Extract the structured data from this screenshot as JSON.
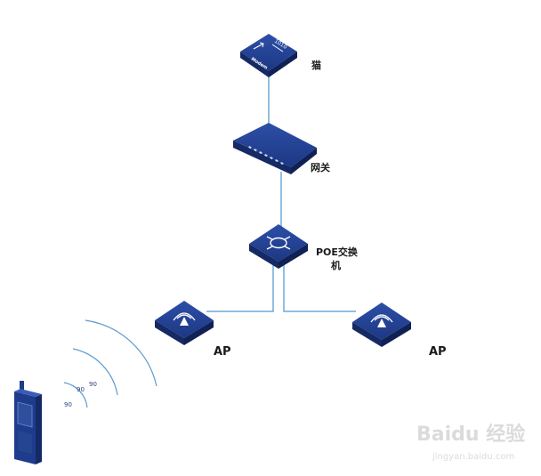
{
  "labels": {
    "modem_name": "猫",
    "gateway_name": "网关",
    "poe_switch_line1": "POE交换",
    "poe_switch_line2": "机",
    "ap_left": "AP",
    "ap_right": "AP"
  },
  "device_text": {
    "modem_panel": "Modem",
    "modem_bits": "1010"
  },
  "signal_labels": [
    "90",
    "90",
    "90"
  ],
  "watermark": {
    "text": "Baidu 经验",
    "url": "jingyan.baidu.com"
  },
  "colors": {
    "device_top": "#1f3b8c",
    "device_side": "#142a66",
    "link_line": "#6fa8d8",
    "signal_arc": "#5d9bd0"
  }
}
